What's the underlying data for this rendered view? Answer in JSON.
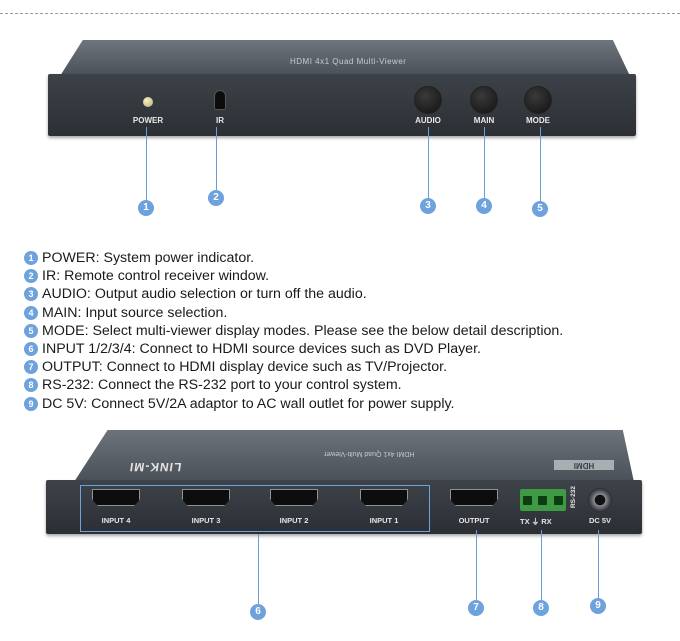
{
  "front_panel": {
    "model_text": "HDMI 4x1 Quad Multi-Viewer",
    "labels": {
      "power": "POWER",
      "ir": "IR",
      "audio": "AUDIO",
      "main": "MAIN",
      "mode": "MODE"
    }
  },
  "callout_numbers": [
    "1",
    "2",
    "3",
    "4",
    "5",
    "6",
    "7",
    "8",
    "9"
  ],
  "descriptions": [
    {
      "num": "1",
      "text": "POWER: System power indicator."
    },
    {
      "num": "2",
      "text": "IR: Remote control receiver window."
    },
    {
      "num": "3",
      "text": "AUDIO: Output audio selection or turn off the audio."
    },
    {
      "num": "4",
      "text": "MAIN: Input source selection."
    },
    {
      "num": "5",
      "text": "MODE: Select multi-viewer display modes. Please see the below detail description."
    },
    {
      "num": "6",
      "text": "INPUT 1/2/3/4: Connect to HDMI source devices such as DVD Player."
    },
    {
      "num": "7",
      "text": "OUTPUT: Connect to HDMI display device such as TV/Projector."
    },
    {
      "num": "8",
      "text": "RS-232: Connect the RS-232 port to your control system."
    },
    {
      "num": "9",
      "text": "DC 5V: Connect 5V/2A adaptor to AC wall outlet for power supply."
    }
  ],
  "rear_panel": {
    "brand": "LINK-MI",
    "model_text": "HDMI 4x1 Quad Multi-Viewer",
    "hdmi_logo": "HDMI",
    "ports": [
      "INPUT 4",
      "INPUT 3",
      "INPUT 2",
      "INPUT 1"
    ],
    "output_label": "OUTPUT",
    "rs232_label": "RS-232",
    "txrx_label": "TX ⏚ RX",
    "dc_label": "DC 5V"
  },
  "colors": {
    "accent": "#6ea2dc",
    "device_body": "#2c3035",
    "terminal": "#3f9a45"
  }
}
